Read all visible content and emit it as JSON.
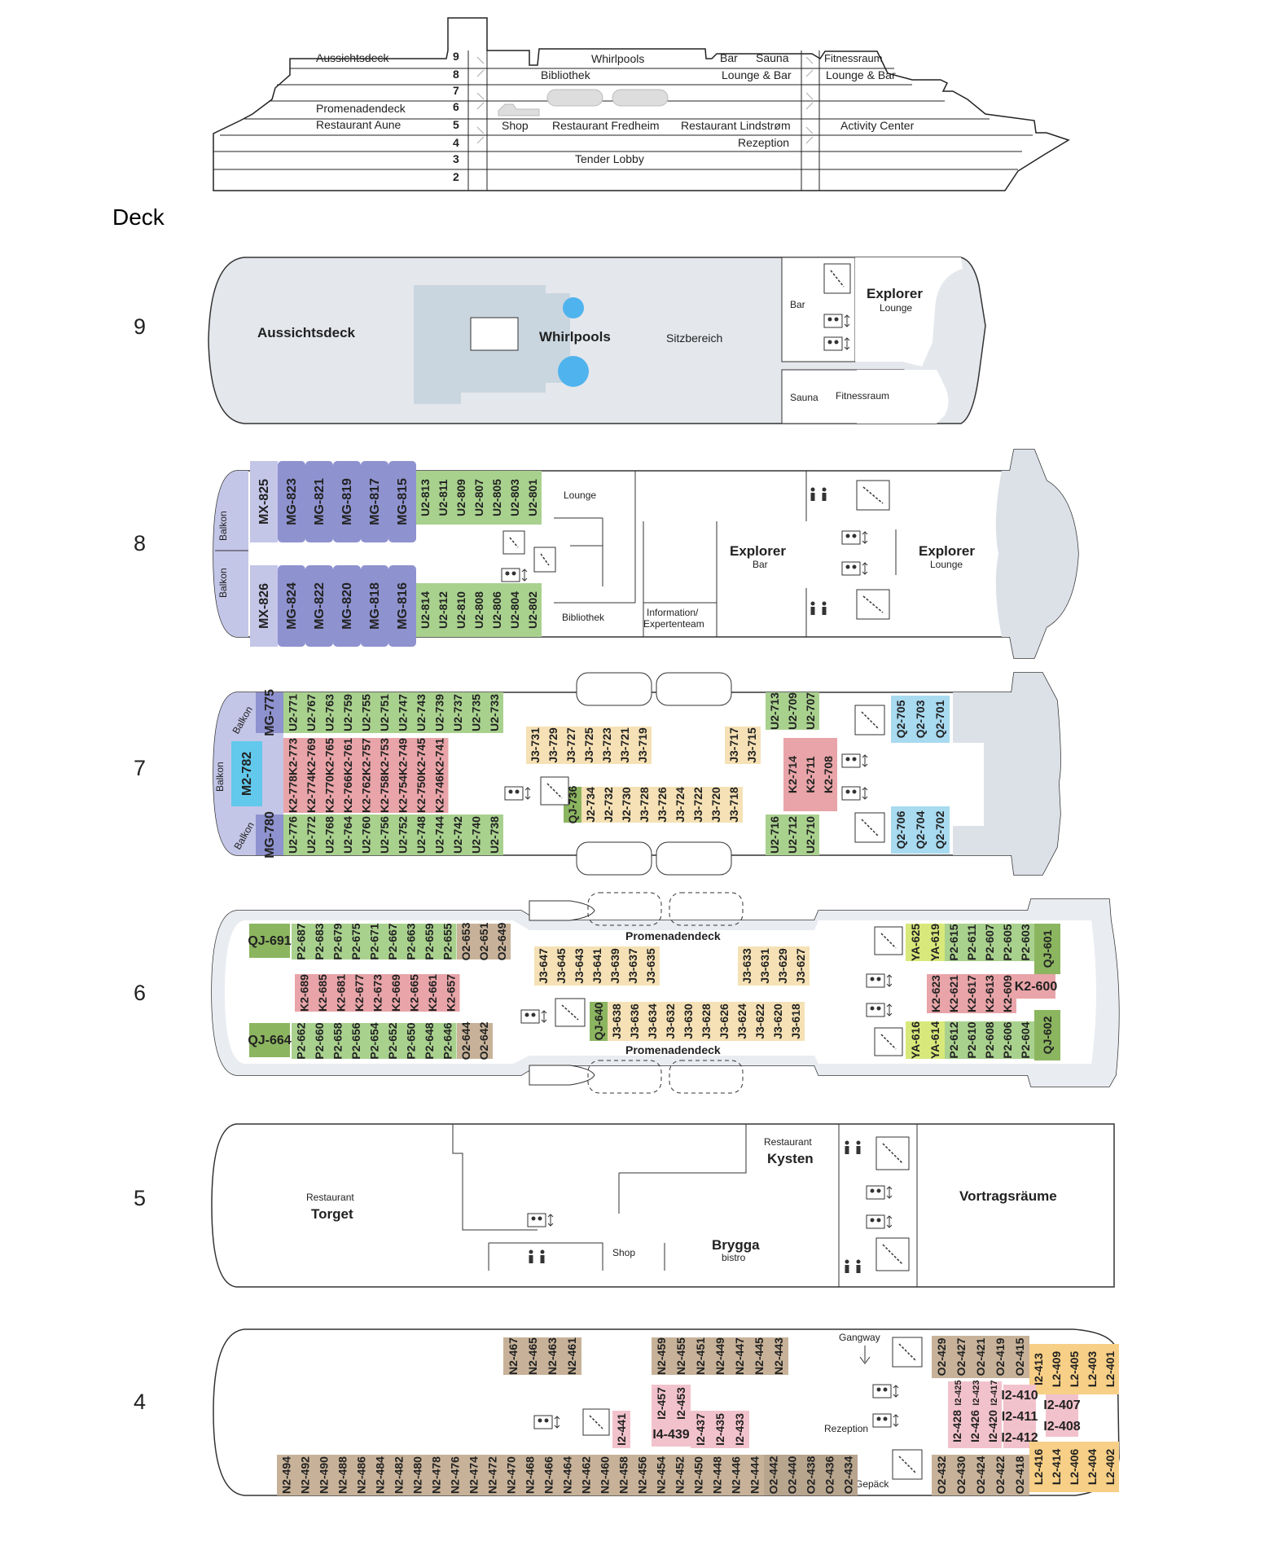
{
  "colors": {
    "green": "#a9d18e",
    "red": "#e8a4a8",
    "purple": "#8e92cf",
    "lightpurple": "#c4c6e8",
    "yellow": "#f5e1b5",
    "lime": "#d8e87a",
    "darkgreen": "#8cb560",
    "blue": "#a8daf0",
    "tan": "#c7b299",
    "cyan": "#62c8ec",
    "orange": "#f7cf86",
    "pink": "#f2c2cc",
    "gray": "#dce1e8",
    "pool": "#4fb3ee"
  },
  "side": {
    "labels_left": [
      "Aussichtsdeck",
      "Promenadendeck",
      "Restaurant Aune"
    ],
    "deck_numbers": [
      "9",
      "8",
      "7",
      "6",
      "5",
      "4",
      "3",
      "2"
    ],
    "labels_mid": [
      "Whirlpools",
      "Bibliothek",
      "Shop",
      "Restaurant Fredheim",
      "Restaurant Lindstrøm",
      "Rezeption",
      "Tender Lobby"
    ],
    "labels_right": [
      "Bar",
      "Sauna",
      "Lounge & Bar",
      "Fitnessraum",
      "Lounge & Bar",
      "Activity Center"
    ]
  },
  "deck_heading": "Deck",
  "decks": {
    "d9": {
      "num": "9",
      "labels": [
        "Aussichtsdeck",
        "Whirlpools",
        "Sitzbereich",
        "Bar",
        "Explorer",
        "Lounge",
        "Sauna",
        "Fitnessraum"
      ]
    },
    "d8": {
      "num": "8",
      "labels": [
        "Balkon",
        "Balkon",
        "Lounge",
        "Bibliothek",
        "Information/",
        "Expertenteam",
        "Explorer",
        "Bar",
        "Explorer",
        "Lounge"
      ],
      "cabins_top": [
        "MX-825",
        "MG-823",
        "MG-821",
        "MG-819",
        "MG-817",
        "MG-815",
        "U2-813",
        "U2-811",
        "U2-809",
        "U2-807",
        "U2-805",
        "U2-803",
        "U2-801"
      ],
      "cabins_bottom": [
        "MX-826",
        "MG-824",
        "MG-822",
        "MG-820",
        "MG-818",
        "MG-816",
        "U2-814",
        "U2-812",
        "U2-810",
        "U2-808",
        "U2-806",
        "U2-804",
        "U2-802"
      ]
    },
    "d7": {
      "num": "7",
      "labels": [
        "Balkon",
        "Balkon",
        "Balkon"
      ],
      "suites": [
        "MG-775",
        "M2-782",
        "MG-780"
      ],
      "cabins_top": [
        "U2-771",
        "U2-767",
        "U2-763",
        "U2-759",
        "U2-755",
        "U2-751",
        "U2-747",
        "U2-743",
        "U2-739",
        "U2-737",
        "U2-735",
        "U2-733"
      ],
      "cabins_red_top": [
        "K2-773",
        "K2-769",
        "K2-765",
        "K2-761",
        "K2-757",
        "K2-753",
        "K2-749",
        "K2-745",
        "K2-741"
      ],
      "cabins_red_bottom": [
        "K2-778",
        "K2-774",
        "K2-770",
        "K2-766",
        "K2-762",
        "K2-758",
        "K2-754",
        "K2-750",
        "K2-746"
      ],
      "cabins_bottom": [
        "U2-776",
        "U2-772",
        "U2-768",
        "U2-764",
        "U2-760",
        "U2-756",
        "U2-752",
        "U2-748",
        "U2-744",
        "U2-742",
        "U2-740",
        "U2-738"
      ],
      "cabins_yellow_top": [
        "J3-731",
        "J3-729",
        "J3-727",
        "J3-725",
        "J3-723",
        "J3-721",
        "J3-719"
      ],
      "cabins_yellow_bottom": [
        "J2-734",
        "J2-732",
        "J2-730",
        "J3-728",
        "J3-726",
        "J3-724",
        "J3-722",
        "J3-720",
        "J3-718"
      ],
      "cabin_qj": "QJ-736",
      "cabins_yellow_top2": [
        "J3-717",
        "J3-715"
      ],
      "cabins_green_top2": [
        "U2-713",
        "U2-709",
        "U2-707"
      ],
      "cabins_red2": [
        "K2-714",
        "K2-711",
        "K2-708"
      ],
      "cabins_green_bottom2": [
        "U2-716",
        "U2-712",
        "U2-710"
      ],
      "cabins_blue_top": [
        "Q2-705",
        "Q2-703",
        "Q2-701"
      ],
      "cabins_blue_bottom": [
        "Q2-706",
        "Q2-704",
        "Q2-702"
      ]
    },
    "d6": {
      "num": "6",
      "labels": [
        "Promenadendeck",
        "Promenadendeck"
      ],
      "qj_left": [
        "QJ-691",
        "QJ-664"
      ],
      "cabins_top": [
        "P2-687",
        "P2-683",
        "P2-679",
        "P2-675",
        "P2-671",
        "P2-667",
        "P2-663",
        "P2-659",
        "P2-655"
      ],
      "cabins_tan_top": [
        "O2-653",
        "O2-651",
        "O2-649"
      ],
      "cabins_red": [
        "K2-689",
        "K2-685",
        "K2-681",
        "K2-677",
        "K2-673",
        "K2-669",
        "K2-665",
        "K2-661",
        "K2-657"
      ],
      "cabins_bottom": [
        "P2-662",
        "P2-660",
        "P2-658",
        "P2-656",
        "P2-654",
        "P2-652",
        "P2-650",
        "P2-648",
        "P2-646"
      ],
      "cabins_tan_bottom": [
        "O2-644",
        "O2-642"
      ],
      "cabins_yellow_top": [
        "J3-647",
        "J3-645",
        "J3-643",
        "J3-641",
        "J3-639",
        "J3-637",
        "J3-635"
      ],
      "cabins_yellow_top2": [
        "J3-633",
        "J3-631",
        "J3-629",
        "J3-627"
      ],
      "cabin_qj": "QJ-640",
      "cabins_yellow_bottom": [
        "J3-638",
        "J3-636",
        "J3-634",
        "J3-632",
        "J3-630",
        "J3-628",
        "J3-626",
        "J3-624",
        "J3-622",
        "J3-620",
        "J3-618"
      ],
      "cabins_lime_top": [
        "YA-625",
        "YA-619"
      ],
      "cabins_green_top2": [
        "P2-615",
        "P2-611",
        "P2-607",
        "P2-605",
        "P2-603"
      ],
      "qj_right": [
        "QJ-601",
        "QJ-602"
      ],
      "cabins_red2": [
        "K2-623",
        "K2-621",
        "K2-617",
        "K2-613",
        "K2-609"
      ],
      "cabin_k600": "K2-600",
      "cabins_lime_bottom": [
        "YA-616",
        "YA-614"
      ],
      "cabins_green_bottom2": [
        "P2-612",
        "P2-610",
        "P2-608",
        "P2-606",
        "P2-604"
      ]
    },
    "d5": {
      "num": "5",
      "labels": [
        "Restaurant",
        "Torget",
        "Restaurant",
        "Kysten",
        "Vortragsräume",
        "Shop",
        "Brygga",
        "bistro"
      ]
    },
    "d4": {
      "num": "4",
      "labels": [
        "Gangway",
        "Rezeption",
        "Gepäck"
      ],
      "cabins_tan_top": [
        "N2-467",
        "N2-465",
        "N2-463",
        "N2-461"
      ],
      "cabins_tan_top2": [
        "N2-459",
        "N2-455",
        "N2-451",
        "N2-449",
        "N2-447",
        "N2-445",
        "N2-443"
      ],
      "cabins_pink_mid": [
        "I2-457",
        "I2-453"
      ],
      "cabin_i4": "I4-439",
      "cabins_pink_mid2": [
        "I2-437",
        "I2-435",
        "I2-433"
      ],
      "cabin_i441": "I2-441",
      "cabins_tan_bottom": [
        "N2-494",
        "N2-492",
        "N2-490",
        "N2-488",
        "N2-486",
        "N2-484",
        "N2-482",
        "N2-480",
        "N2-478",
        "N2-476",
        "N2-474",
        "N2-472",
        "N2-470",
        "N2-468",
        "N2-466",
        "N2-464",
        "N2-462",
        "N2-460",
        "N2-458",
        "N2-456",
        "N2-454",
        "N2-452",
        "N2-450",
        "N2-448",
        "N2-446",
        "N2-444"
      ],
      "cabins_o_bottom": [
        "O2-442",
        "O2-440",
        "O2-438",
        "O2-436",
        "O2-434"
      ],
      "cabins_o_top_right": [
        "O2-429",
        "O2-427",
        "O2-421",
        "O2-419",
        "O2-415"
      ],
      "cabins_orange_top": [
        "I2-413",
        "L2-409",
        "L2-405",
        "L2-403",
        "L2-401"
      ],
      "cabins_pink_right": [
        "I2-428",
        "I2-426",
        "I2-420",
        "I2-425",
        "I2-423",
        "I2-417"
      ],
      "cabins_pink_stack": [
        "I2-410",
        "I2-411",
        "I2-412"
      ],
      "cabins_pink_stack2": [
        "I2-407",
        "I2-408"
      ],
      "cabins_o_bottom_right": [
        "O2-432",
        "O2-430",
        "O2-424",
        "O2-422",
        "O2-418"
      ],
      "cabins_orange_bottom": [
        "L2-416",
        "L2-414",
        "L2-406",
        "L2-404",
        "L2-402"
      ]
    }
  }
}
